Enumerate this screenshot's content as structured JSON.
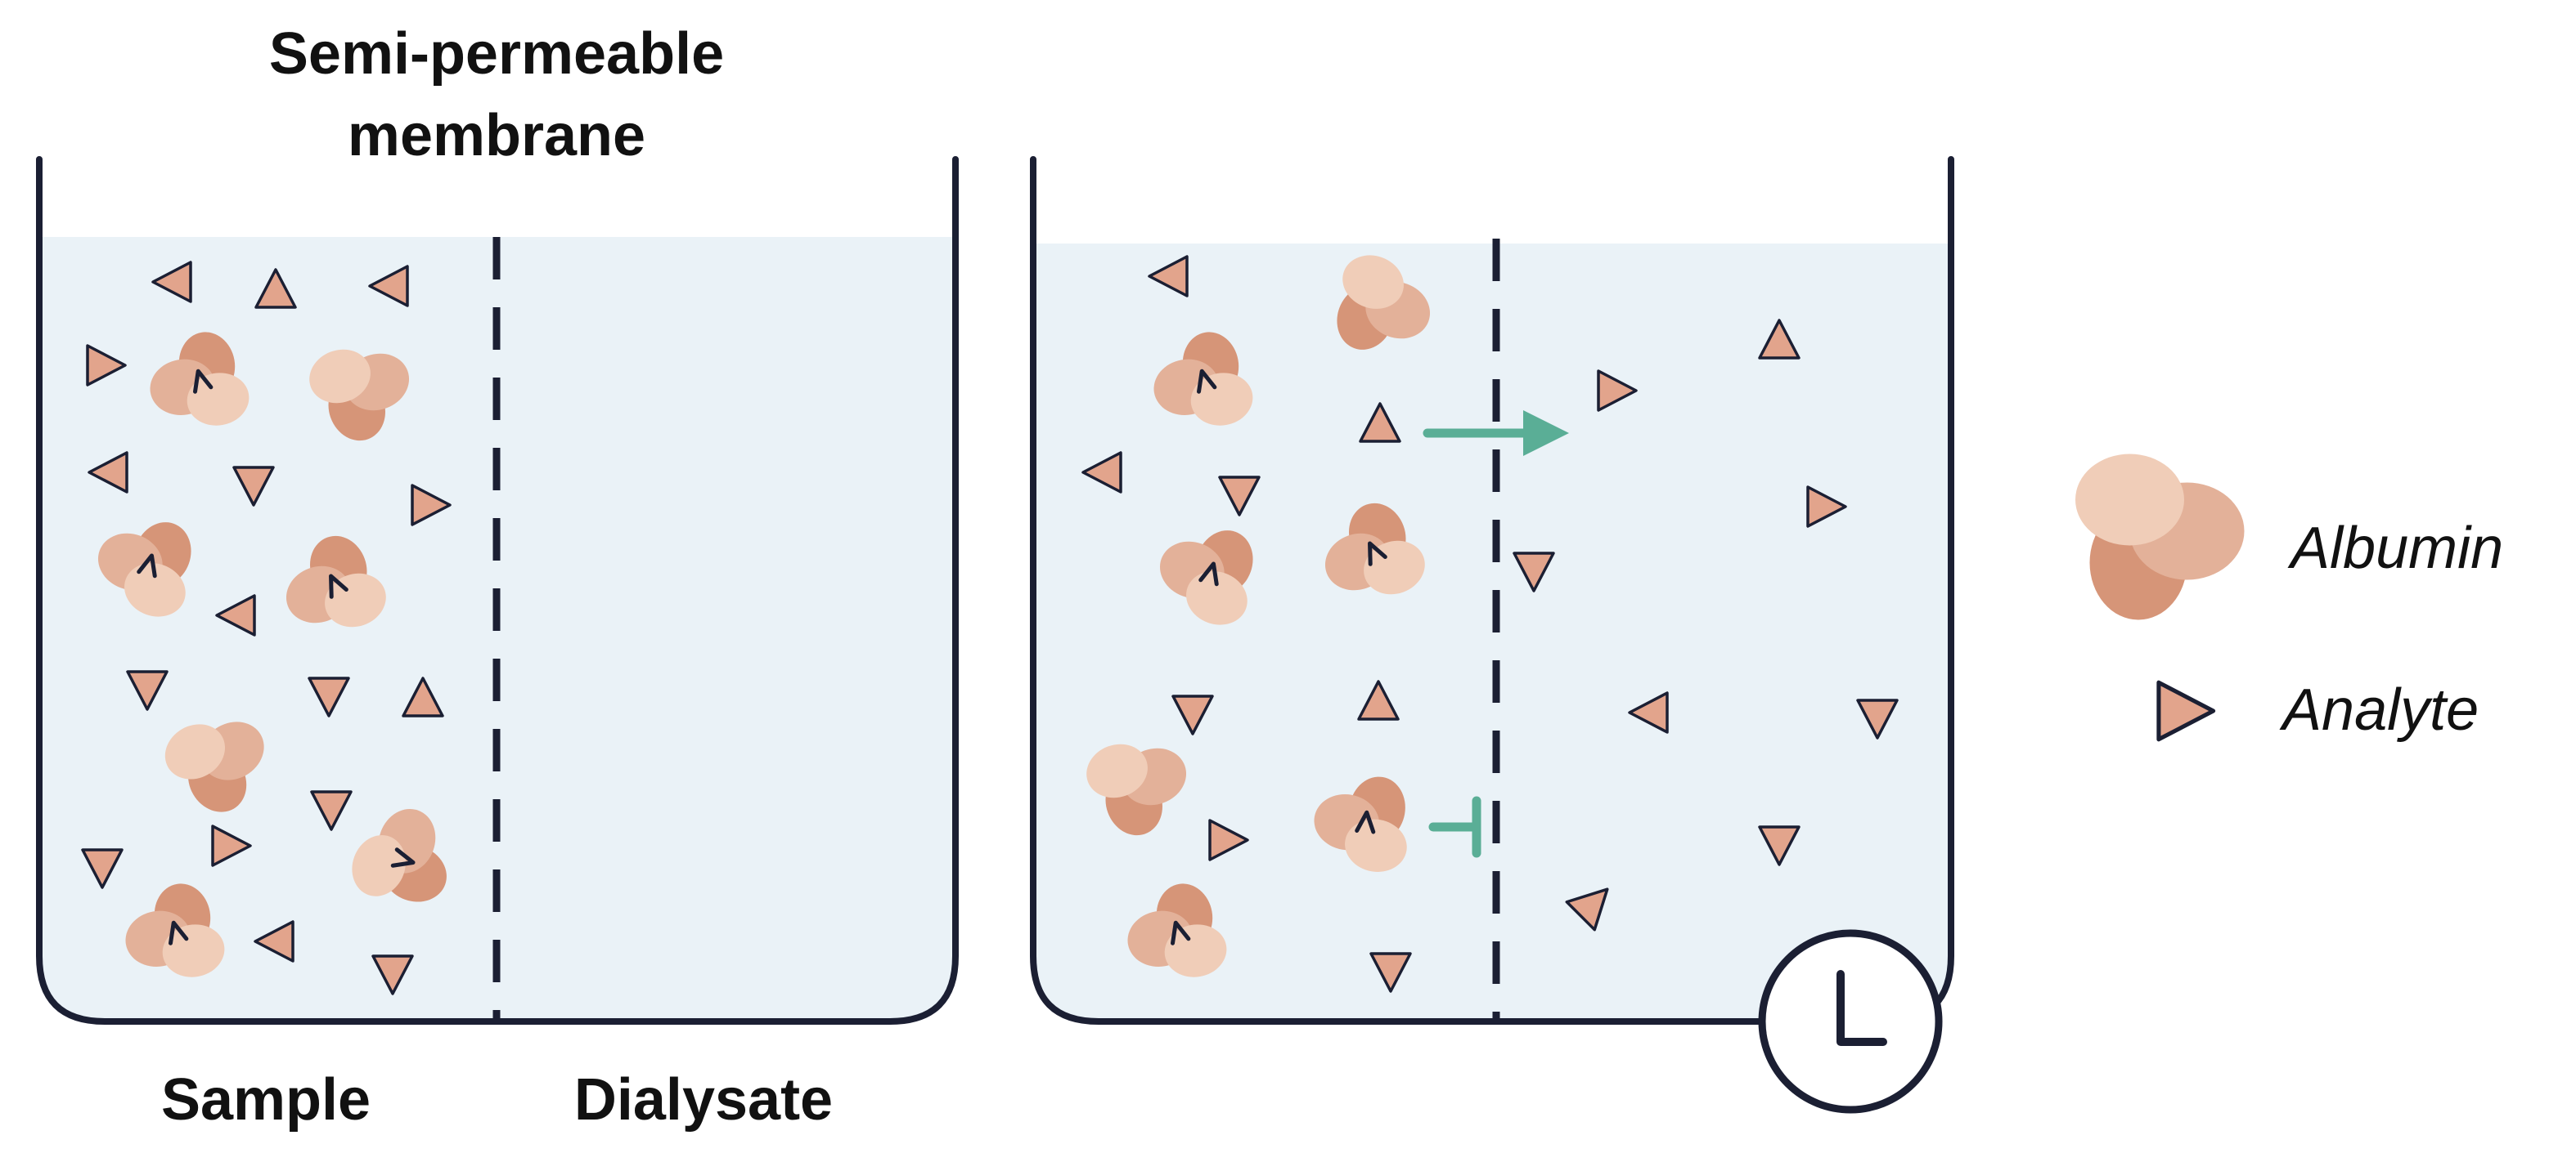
{
  "labels": {
    "membrane_line1": "Semi-permeable",
    "membrane_line2": "membrane",
    "sample": "Sample",
    "dialysate": "Dialysate",
    "legend_albumin": "Albumin",
    "legend_analyte": "Analyte"
  },
  "colors": {
    "outline": "#1b1f33",
    "liquid": "#eaf2f7",
    "analyte_fill": "#e2a48c",
    "albumin_dark": "#d69578",
    "albumin_mid": "#e3b199",
    "albumin_light": "#f0cdb8",
    "arrow": "#5aae96"
  },
  "icons": {
    "albumin": "albumin-cluster-icon",
    "analyte": "analyte-triangle-icon",
    "timer": "clock-icon",
    "pass": "arrow-right-icon",
    "block": "blocked-arrow-icon"
  }
}
